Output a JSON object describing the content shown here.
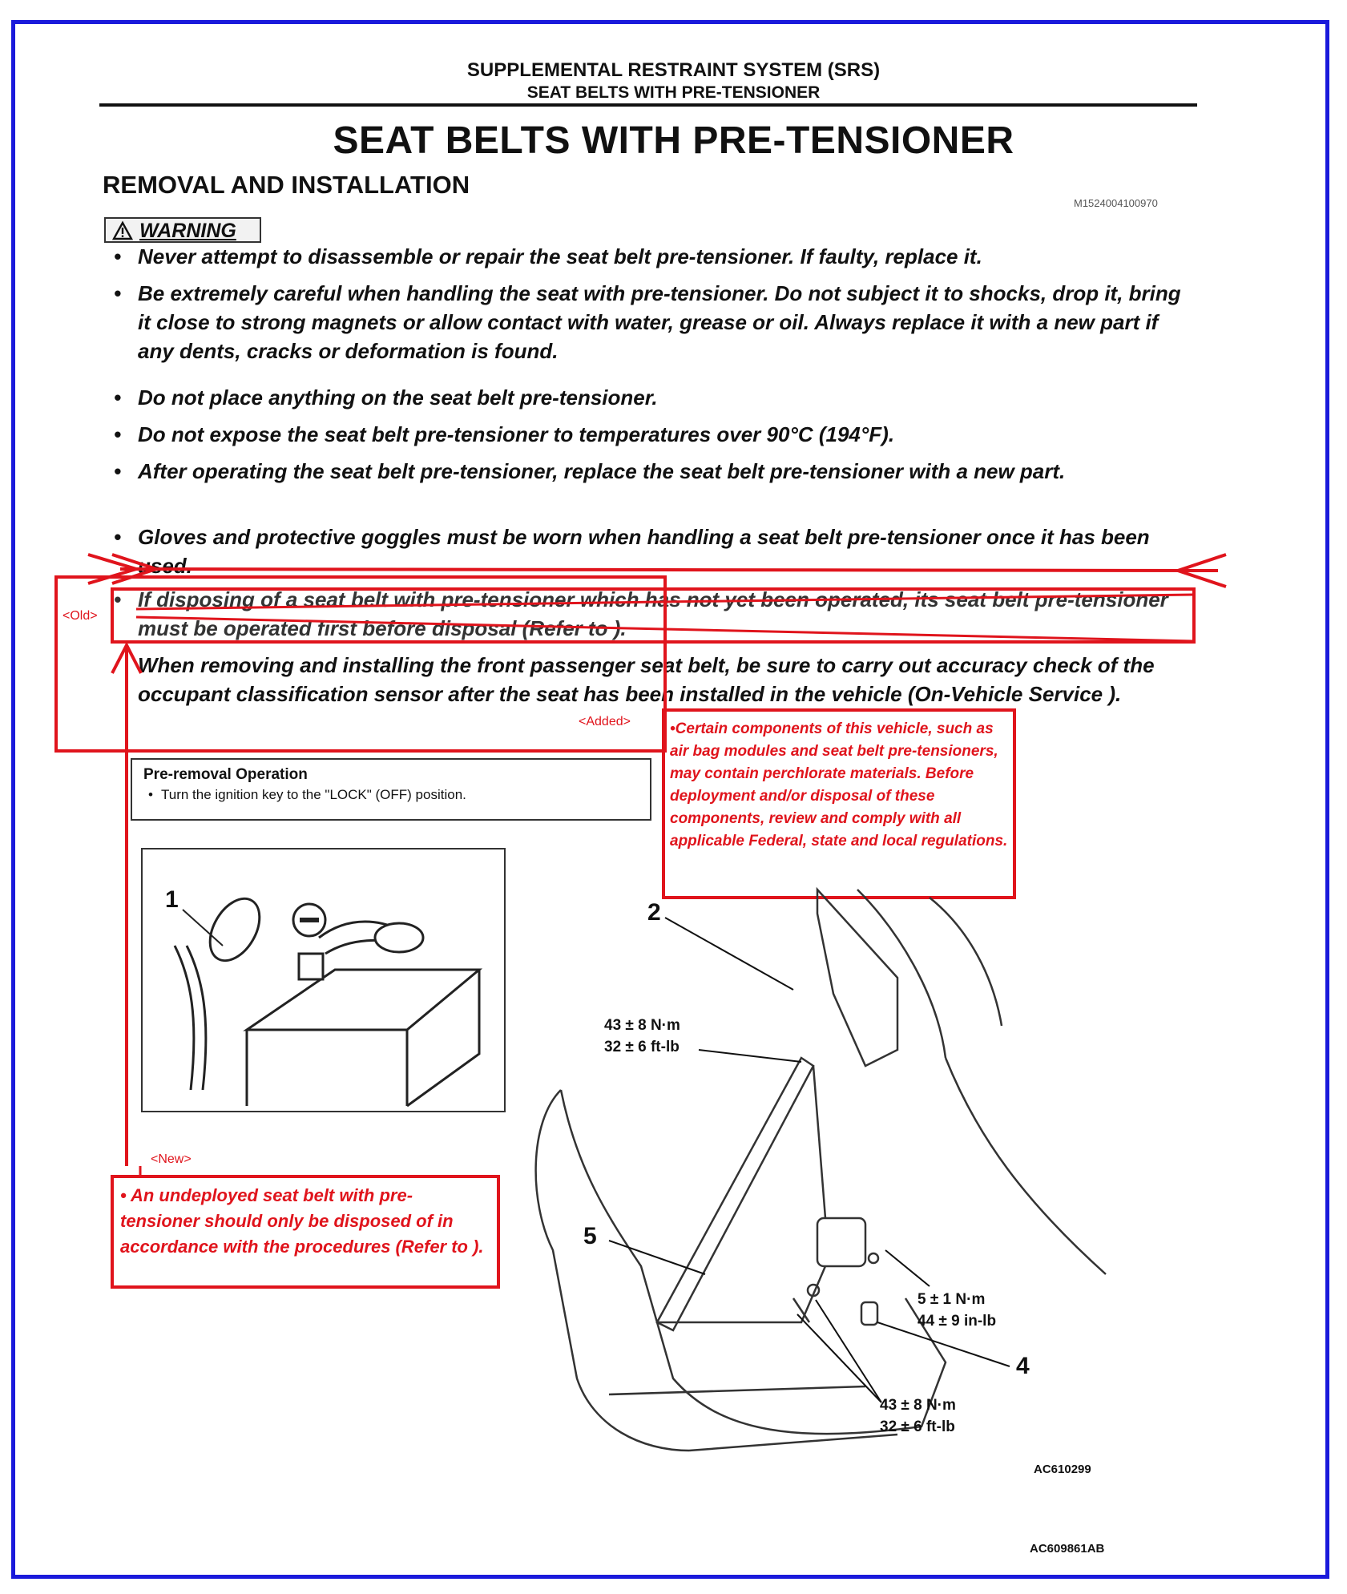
{
  "header": {
    "section": "SUPPLEMENTAL RESTRAINT SYSTEM (SRS)",
    "subsection": "SEAT BELTS WITH PRE-TENSIONER"
  },
  "title": "SEAT BELTS WITH PRE-TENSIONER",
  "subtitle": "REMOVAL AND INSTALLATION",
  "doc_id": "M1524004100970",
  "warning": {
    "icon": "warning-triangle-icon",
    "label": "WARNING",
    "bullets": [
      "Never attempt to disassemble or repair the seat belt pre-tensioner. If faulty, replace it.",
      "Be extremely careful when handling the seat with pre-tensioner. Do not subject it to shocks, drop it, bring it close to strong magnets or allow contact with water, grease or oil. Always replace it with a new part if any dents, cracks or deformation is found.",
      "Do not place anything on the seat belt pre-tensioner.",
      "Do not expose the seat belt pre-tensioner to temperatures over 90°C (194°F).",
      "After operating the seat belt pre-tensioner, replace the seat belt pre-tensioner with a new part.",
      "Gloves and protective goggles must be worn when handling a seat belt pre-tensioner once it has been used.",
      "If disposing of a seat belt with pre-tensioner which has not yet been operated, its seat belt pre-tensioner must be operated first before disposal (Refer to ).",
      "When removing and installing the front passenger seat belt, be sure to carry out accuracy check of the occupant classification sensor after the seat has been installed in the vehicle (On-Vehicle Service )."
    ]
  },
  "annotations": {
    "old_tag": "<Old>",
    "added_tag": "<Added>",
    "new_tag": "<New>",
    "added_note": "•Certain components of this vehicle, such as air bag modules and seat belt pre-tensioners, may contain perchlorate materials. Before deployment and/or disposal of these components, review and comply with all applicable Federal, state and local regulations.",
    "new_note": "• An undeployed seat belt with pre-tensioner should only be disposed of in accordance with the procedures (Refer to )."
  },
  "pre_removal": {
    "title": "Pre-removal Operation",
    "item": "Turn the ignition key to the \"LOCK\" (OFF) position."
  },
  "figure": {
    "battery_callout": "1",
    "battery_icon": "minus-terminal-icon",
    "callouts": {
      "n2": "2",
      "n4": "4",
      "n5": "5",
      "torque_upper_nm": "43 ± 8 N·m",
      "torque_upper_ftlb": "32 ± 6 ft-lb",
      "torque_mid_nm": "5 ± 1 N·m",
      "torque_mid_inlb": "44 ± 9 in-lb",
      "torque_lower_nm": "43 ± 8 N·m",
      "torque_lower_ftlb": "32 ± 6 ft-lb"
    },
    "fig_id_inner": "AC610299",
    "fig_id_outer": "AC609861AB"
  },
  "colors": {
    "frame": "#1a1adb",
    "markup_red": "#e0141c"
  }
}
